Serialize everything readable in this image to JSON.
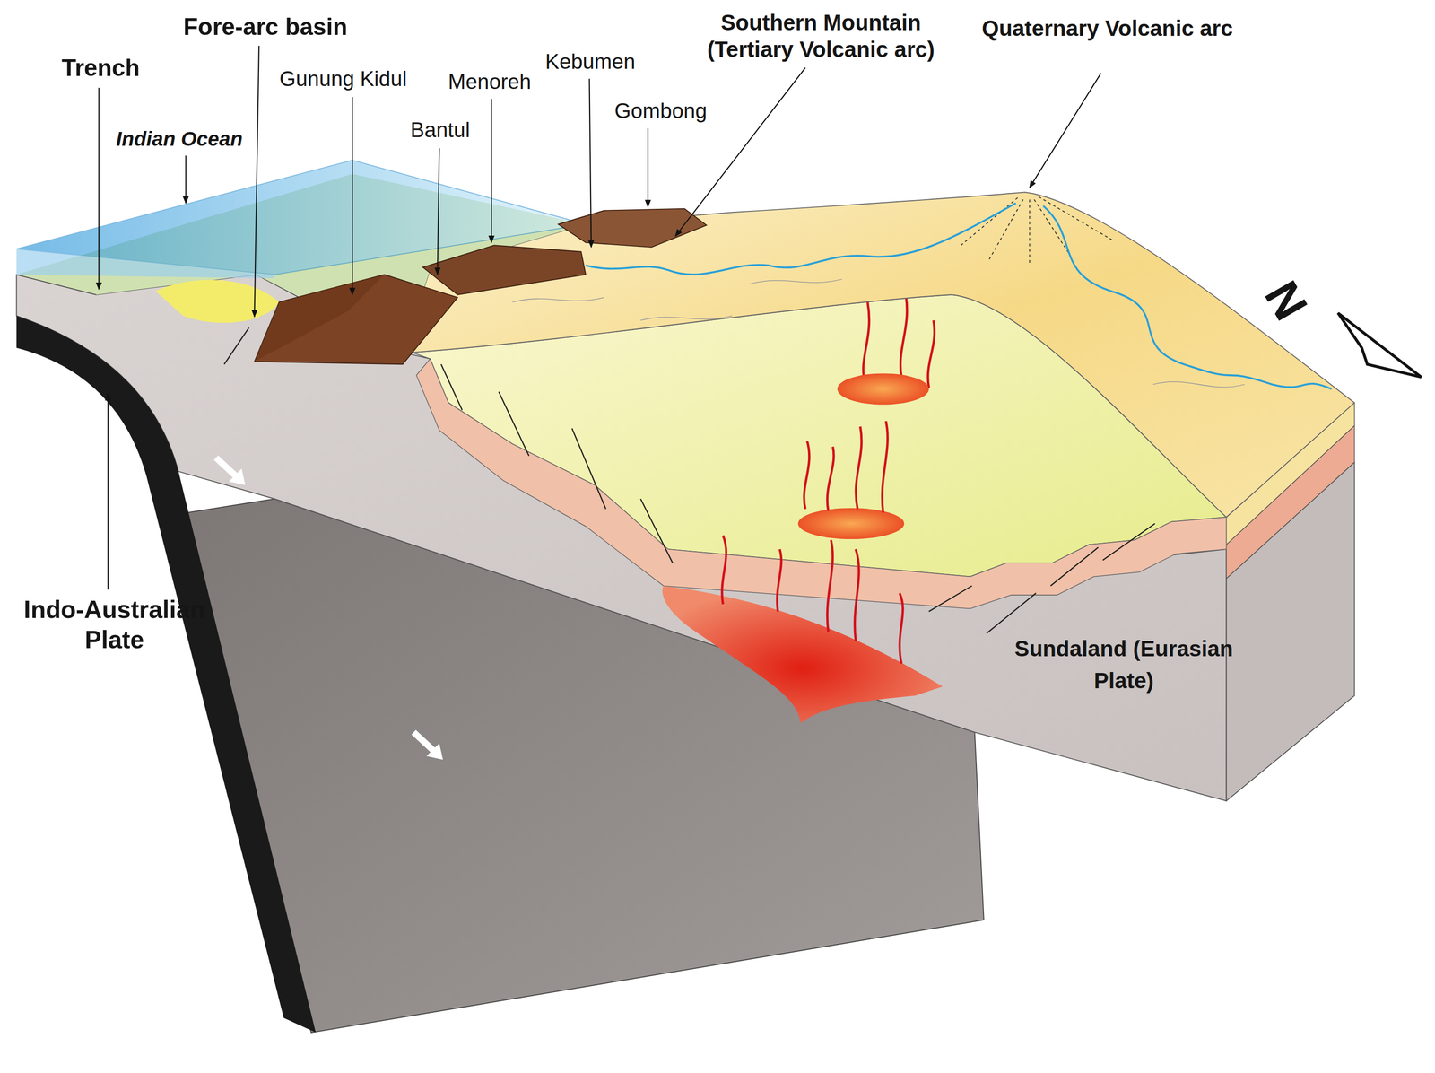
{
  "diagram": {
    "labels": [
      "Trench",
      "Fore-arc basin",
      "Indian Ocean",
      "Gunung Kidul",
      "Bantul",
      "Menoreh",
      "Kebumen",
      "Gombong",
      "Southern Mountain (Tertiary Volcanic arc)",
      "Quaternary Volcanic arc",
      "N",
      "Indo-Australian Plate",
      "Sundaland (Eurasian Plate)"
    ]
  }
}
